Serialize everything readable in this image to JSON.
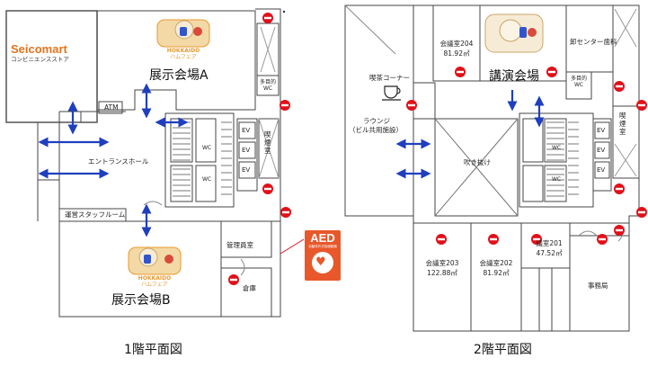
{
  "floor1": {
    "caption": "1階平面図",
    "store_name": "Seicomart",
    "store_sub": "コンビニエンスストア",
    "hall_a": "展示会場A",
    "hall_b": "展示会場B",
    "atm": "ATM",
    "entrance_hall": "エントランスホール",
    "staff_room": "運営スタッフルーム",
    "manager_room": "管理員室",
    "storage": "倉庫",
    "smoking_room": "喫煙室",
    "wc": "WC",
    "multi_wc_line1": "多目的",
    "multi_wc_line2": "WC",
    "ev": "EV"
  },
  "floor2": {
    "caption": "2階平面図",
    "lecture_hall": "講演会場",
    "room204_name": "会議室204",
    "room204_area": "81.92㎡",
    "wholesale_center": "卸センター歯科",
    "cafe": "喫茶コーナー",
    "lounge": "ラウンジ",
    "lounge_note": "（ビル共用施設）",
    "atrium": "吹き抜け",
    "smoking_room": "喫煙室",
    "wc": "WC",
    "multi_wc_line1": "多目的",
    "multi_wc_line2": "WC",
    "ev": "EV",
    "room203_name": "会議室203",
    "room203_area": "122.88㎡",
    "room202_name": "会議室202",
    "room202_area": "81.92㎡",
    "room201_name": "議室201",
    "room201_area": "47.52㎡",
    "office": "事務局"
  },
  "fair_logo": {
    "line1": "HOKKAIDO",
    "line2": "ハムフェア"
  },
  "aed_sign": {
    "title": "AED",
    "subtitle": "自動体外式除細動器"
  },
  "colors": {
    "wall": "#333333",
    "arrow": "#1f3fbf",
    "no_entry": "#e0101a",
    "aed": "#e8582a",
    "fair_logo": "#e89a2e"
  },
  "icons": [
    "no-entry-icon",
    "arrow-icon",
    "coffee-cup-icon",
    "aed-heart-icon",
    "mascot-icon"
  ]
}
